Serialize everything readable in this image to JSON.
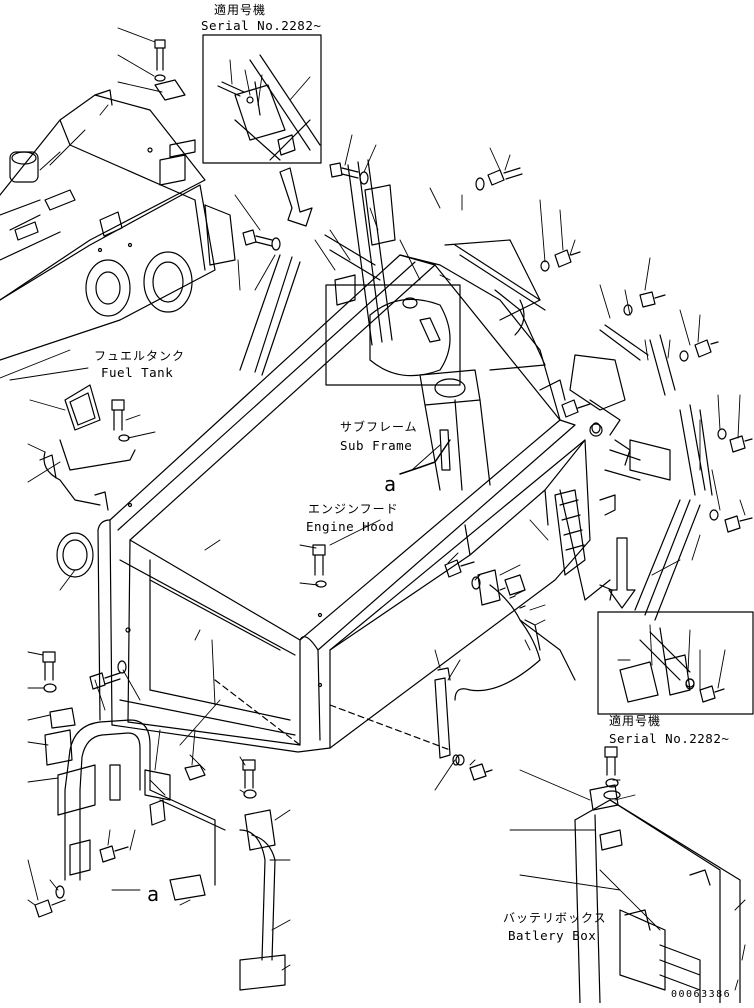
{
  "labels": {
    "serial_top_jp": "適用号機",
    "serial_top": "Serial No.2282~",
    "fuel_tank_jp": "フュエルタンク",
    "fuel_tank": "Fuel Tank",
    "sub_frame_jp": "サブフレーム",
    "sub_frame": "Sub Frame",
    "ref_a_1": "a",
    "engine_hood_jp": "エンジンフード",
    "engine_hood": "Engine Hood",
    "serial_right_jp": "適用号機",
    "serial_right": "Serial No.2282~",
    "ref_a_2": "a",
    "battery_box_jp": "バッテリボックス",
    "battery_box": "Batlery Box",
    "drawing_code": "00063386"
  }
}
